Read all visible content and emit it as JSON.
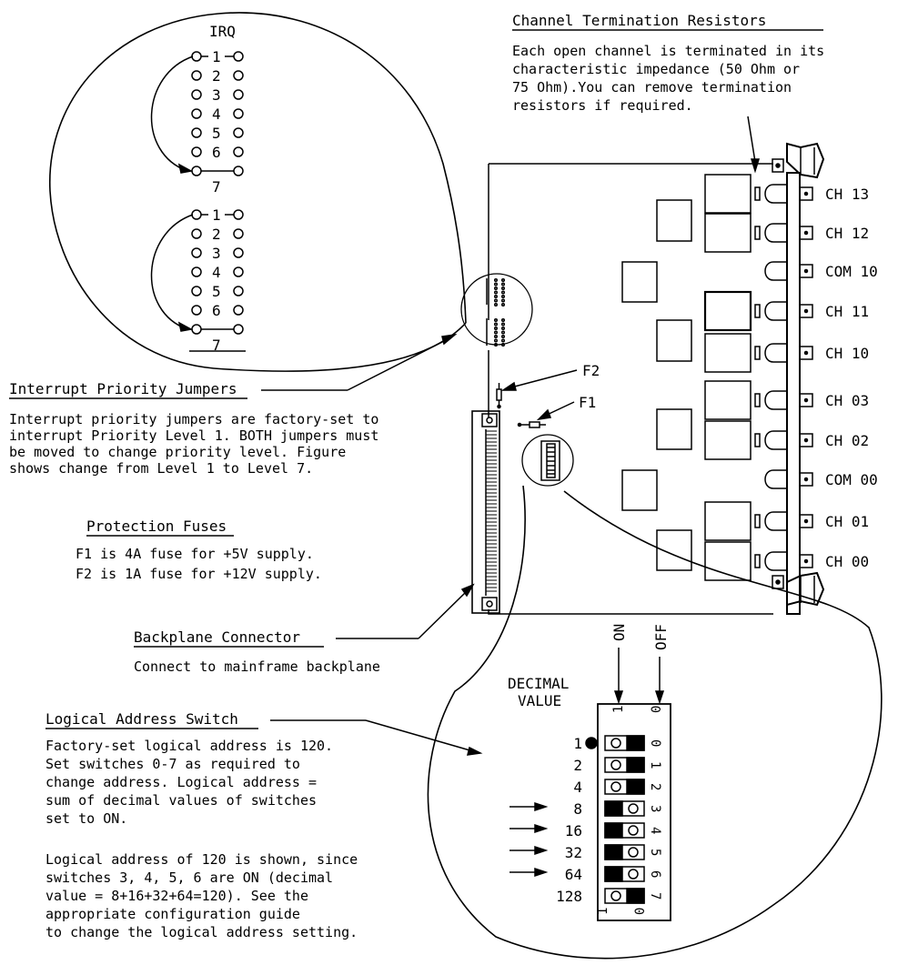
{
  "irq": {
    "title": "IRQ",
    "levels": [
      "1",
      "2",
      "3",
      "4",
      "5",
      "6",
      "7"
    ]
  },
  "channel_termination": {
    "heading": "Channel Termination Resistors",
    "lines": [
      "Each open channel is terminated in its",
      "characteristic impedance (50 Ohm or",
      "75 Ohm).You can remove termination",
      "resistors if required."
    ]
  },
  "channels": [
    "CH 13",
    "CH 12",
    "COM 10",
    "CH 11",
    "CH 10",
    "CH 03",
    "CH 02",
    "COM 00",
    "CH 01",
    "CH 00"
  ],
  "fuse_labels": {
    "f2": "F2",
    "f1": "F1"
  },
  "interrupt_jumpers": {
    "heading": "Interrupt Priority Jumpers",
    "lines": [
      "Interrupt priority jumpers are factory-set to",
      "interrupt Priority Level 1. BOTH jumpers must",
      "be moved to change priority level. Figure",
      "shows change from Level 1 to Level 7."
    ]
  },
  "protection_fuses": {
    "heading": "Protection Fuses",
    "lines": [
      "F1 is 4A fuse for +5V supply.",
      "F2 is 1A fuse for +12V supply."
    ]
  },
  "backplane": {
    "heading": "Backplane Connector",
    "text": "Connect to mainframe backplane"
  },
  "logical_address": {
    "heading": "Logical Address Switch",
    "lines": [
      "Factory-set logical address is 120.",
      "Set switches 0-7 as required to",
      "change address. Logical address =",
      "sum of decimal values of switches",
      "set to ON."
    ],
    "example_lines": [
      "Logical address of 120 is shown, since",
      "switches 3, 4, 5, 6 are ON (decimal",
      "value = 8+16+32+64=120). See the",
      "appropriate configuration guide",
      "to change the logical address setting."
    ]
  },
  "dip_switch": {
    "decimal_label": "DECIMAL",
    "value_label": "VALUE",
    "on_label": "ON",
    "off_label": "OFF",
    "column_on": "1",
    "column_off": "0",
    "values": [
      "1",
      "2",
      "4",
      "8",
      "16",
      "32",
      "64",
      "128"
    ],
    "switch_numbers": [
      "0",
      "1",
      "2",
      "3",
      "4",
      "5",
      "6",
      "7"
    ],
    "states": [
      "off",
      "off",
      "off",
      "on",
      "on",
      "on",
      "on",
      "off"
    ]
  }
}
